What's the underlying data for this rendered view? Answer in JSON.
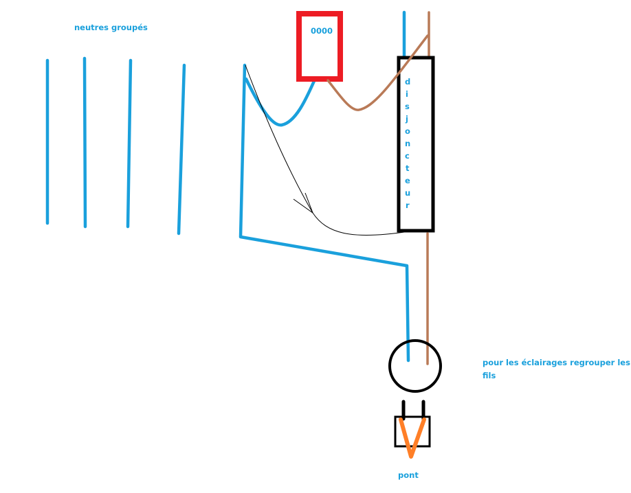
{
  "labels": {
    "neutral_group": "neutres groupés",
    "meter": "0000",
    "breaker_letters": [
      "d",
      "i",
      "s",
      "j",
      "o",
      "n",
      "c",
      "t",
      "e",
      "u",
      "r"
    ],
    "lighting_note_line1": "pour les éclairages regrouper les",
    "lighting_note_line2": "fils",
    "bridge": "pont"
  },
  "colors": {
    "neutral_wire": "#1aa0dc",
    "phase_wire": "#b97a57",
    "meter_frame": "#ed1c24",
    "bridge_wire": "#ff7f27",
    "outline": "#000000"
  }
}
